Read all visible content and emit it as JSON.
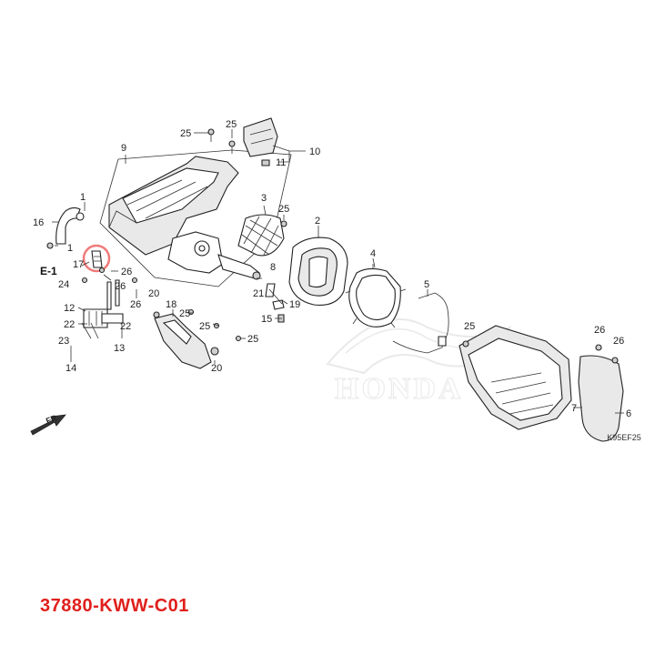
{
  "diagram_code": "K95EF25",
  "part_number": "37880-KWW-C01",
  "ref_label": "E-1",
  "direction_label": "FR.",
  "watermark": "HONDA",
  "colors": {
    "part_number": "#e0201c",
    "highlight": "#f07a7a",
    "line": "#333333"
  },
  "callouts": {
    "c1a": "1",
    "c1b": "1",
    "c2": "2",
    "c3": "3",
    "c4": "4",
    "c5": "5",
    "c6": "6",
    "c7": "7",
    "c8": "8",
    "c9": "9",
    "c10": "10",
    "c11": "11",
    "c12": "12",
    "c13": "13",
    "c14": "14",
    "c15": "15",
    "c16": "16",
    "c17": "17",
    "c18": "18",
    "c19": "19",
    "c20a": "20",
    "c20b": "20",
    "c21": "21",
    "c22a": "22",
    "c22b": "22",
    "c23": "23",
    "c24": "24",
    "c25a": "25",
    "c25b": "25",
    "c25c": "25",
    "c25d": "25",
    "c25e": "25",
    "c25f": "25",
    "c25g": "25",
    "c26a": "26",
    "c26b": "26",
    "c26c": "26",
    "c26d": "26",
    "c26e": "26"
  }
}
